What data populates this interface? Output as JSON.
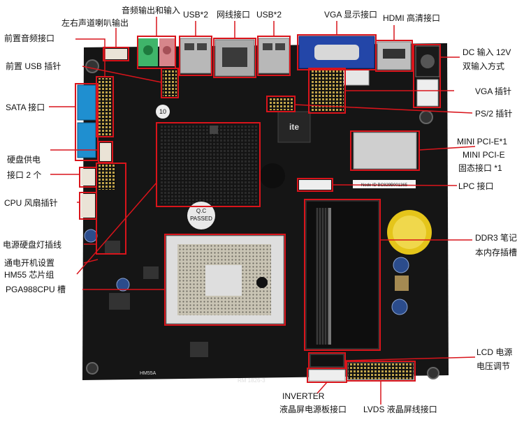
{
  "labels": {
    "audio_io": "音频输出和输入",
    "usb1": "USB*2",
    "lan": "网线接口",
    "usb2": "USB*2",
    "vga_port": "VGA 显示接口",
    "hdmi": "HDMI 高清接口",
    "speaker": "左右声道喇叭输出",
    "front_audio": "前置音频接口",
    "front_usb": "前置 USB 插针",
    "sata": "SATA 接口",
    "hdd_power_1": "硬盘供电",
    "hdd_power_2": "接口 2 个",
    "cpu_fan": "CPU 风扇插针",
    "power_led": "电源硬盘灯插线",
    "power_on": "通电开机设置",
    "hm55": "HM55 芯片组",
    "pga988": "PGA988CPU 槽",
    "dc_in_1": "DC 输入 12V",
    "dc_in_2": "双输入方式",
    "vga_header": "VGA 插针",
    "ps2": "PS/2 插针",
    "minipcie_1": "MINI PCI-E*1",
    "minipcie_2": "MINI PCI-E",
    "minipcie_3": "固态接口 *1",
    "lpc": "LPC 接口",
    "ddr3_1": "DDR3 笔记",
    "ddr3_2": "本内存插槽",
    "lcd_power_1": "LCD 电源",
    "lcd_power_2": "电压调节",
    "inverter_1": "INVERTER",
    "inverter_2": "液晶屏电源板接口",
    "lvds": "LVDS 液晶屏线接口"
  },
  "board_text": {
    "passed": "PASSED",
    "qc": "Q.C",
    "badge": "10",
    "model": "HM55A",
    "rev": "RM 1826-3",
    "node": "Node ID BC829B001365",
    "chip_brand": "ite"
  },
  "colors": {
    "annotation": "#d9141b",
    "board": "#161616",
    "sata": "#1f8fd0",
    "audio_green": "#3fb56a",
    "audio_pink": "#d7868b",
    "vga_blue": "#2346a8",
    "battery": "#e5c51a"
  }
}
